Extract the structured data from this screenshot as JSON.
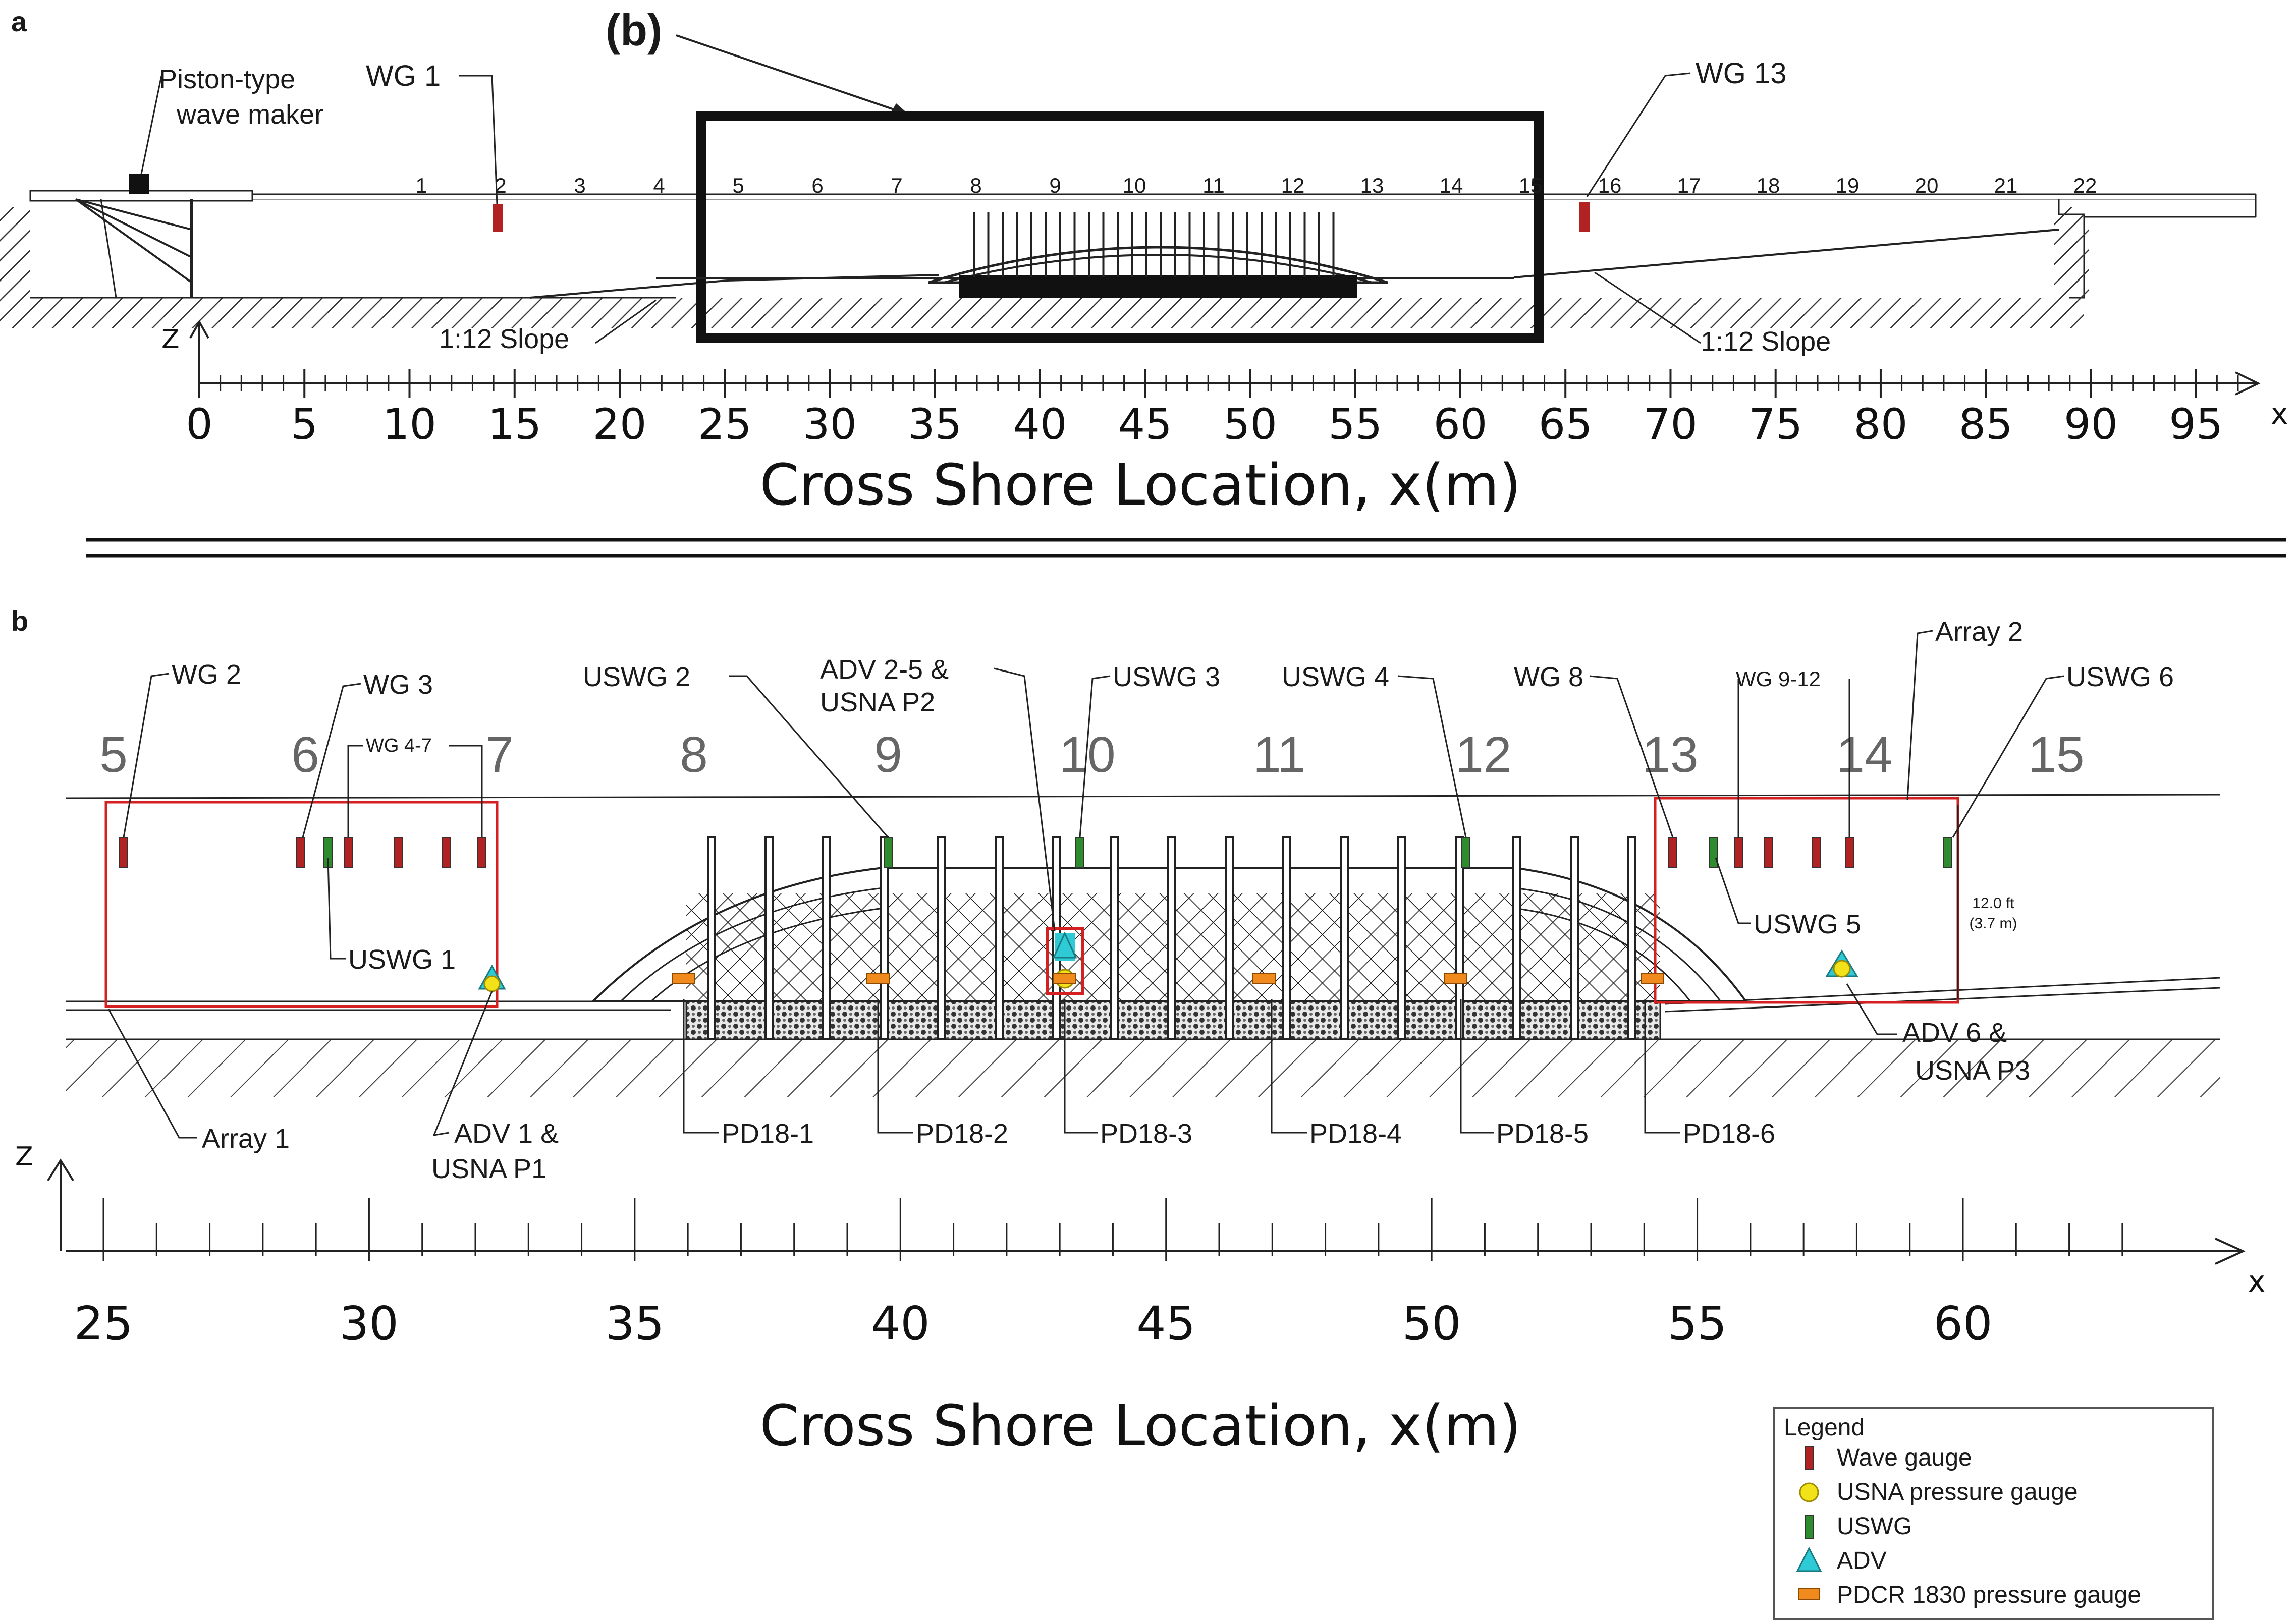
{
  "panel_a": {
    "letter": "a",
    "wavemaker_label": [
      "Piston-type",
      "wave maker"
    ],
    "wg1": "WG 1",
    "wg13": "WG 13",
    "inset_label": "(b)",
    "station_numbers": [
      "1",
      "2",
      "3",
      "4",
      "5",
      "6",
      "7",
      "8",
      "9",
      "10",
      "11",
      "12",
      "13",
      "14",
      "15",
      "16",
      "17",
      "18",
      "19",
      "20",
      "21",
      "22"
    ],
    "slope_left": "1:12 Slope",
    "slope_right": "1:12 Slope",
    "z_label": "Z",
    "x_label": "x",
    "ticks": [
      "0",
      "5",
      "10",
      "15",
      "20",
      "25",
      "30",
      "35",
      "40",
      "45",
      "50",
      "55",
      "60",
      "65",
      "70",
      "75",
      "80",
      "85",
      "90",
      "95"
    ],
    "xlim": [
      0,
      97
    ],
    "axis_title": "Cross Shore Location, x(m)"
  },
  "panel_b": {
    "letter": "b",
    "station_numbers": [
      "5",
      "6",
      "7",
      "8",
      "9",
      "10",
      "11",
      "12",
      "13",
      "14",
      "15"
    ],
    "labels": {
      "wg2": "WG 2",
      "wg3": "WG 3",
      "wg47": "WG 4-7",
      "usw1": "USWG 1",
      "usw2": "USWG 2",
      "adv25": [
        "ADV 2-5 &",
        "USNA P2"
      ],
      "usw3": "USWG 3",
      "usw4": "USWG 4",
      "wg8": "WG 8",
      "wg912": "WG 9-12",
      "array2": "Array 2",
      "usw6": "USWG 6",
      "usw5": "USWG 5",
      "width": [
        "12.0 ft",
        "(3.7 m)"
      ],
      "adv6": [
        "ADV 6 &",
        "USNA P3"
      ],
      "array1": "Array 1",
      "adv1": [
        "ADV 1 &",
        "USNA P1"
      ],
      "pd": [
        "PD18-1",
        "PD18-2",
        "PD18-3",
        "PD18-4",
        "PD18-5",
        "PD18-6"
      ]
    },
    "z_label": "Z",
    "x_label": "x",
    "ticks": [
      "25",
      "30",
      "35",
      "40",
      "45",
      "50",
      "55",
      "60"
    ],
    "xlim": [
      24,
      64
    ],
    "axis_title": "Cross Shore Location, x(m)"
  },
  "legend": {
    "title": "Legend",
    "items": [
      {
        "label": "Wave gauge",
        "marker": "bar",
        "color": "#b22222"
      },
      {
        "label": "USNA pressure gauge",
        "marker": "circle",
        "color": "#f2e21a"
      },
      {
        "label": "USWG",
        "marker": "bar",
        "color": "#2e8b2e"
      },
      {
        "label": "ADV",
        "marker": "triangle",
        "color": "#2ecbd6"
      },
      {
        "label": "PDCR 1830 pressure gauge",
        "marker": "rect",
        "color": "#f08a1c"
      }
    ]
  },
  "colors": {
    "wave_gauge": "#b22222",
    "uswg": "#2e8b2e",
    "usna": "#f2e21a",
    "adv": "#2ecbd6",
    "pdcr": "#f08a1c",
    "array_box": "#d42020"
  }
}
